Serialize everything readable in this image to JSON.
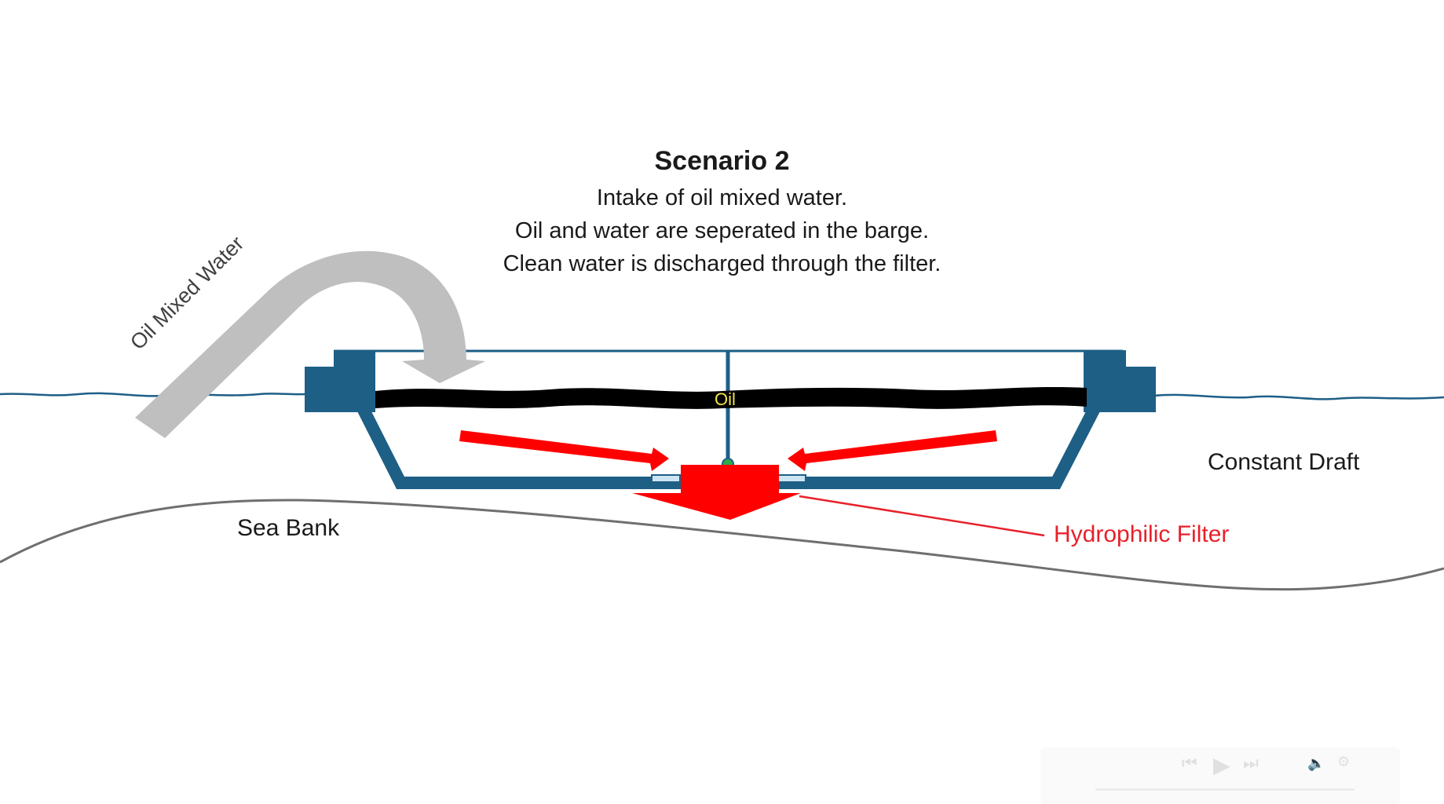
{
  "diagram": {
    "title": "Scenario 2",
    "description_lines": [
      "Intake of oil mixed water.",
      "Oil and water are seperated in the barge.",
      "Clean water is discharged through the filter."
    ],
    "inflow_label": "Oil Mixed Water",
    "oil_label": "Oil",
    "constant_draft_label": "Constant Draft",
    "sea_bank_label": "Sea Bank",
    "filter_label": "Hydrophilic Filter"
  },
  "colors": {
    "barge": "#1e5f86",
    "oil": "#000000",
    "flow_arrows": "#ff0000",
    "filter_label": "#e8202a",
    "inflow_arrow": "#bfbfbf",
    "oil_text": "#f2e54a",
    "water_line": "#1e5f86",
    "sea_bank": "#6f6f6f"
  },
  "player": {
    "icons": [
      "skip-back-icon",
      "play-icon",
      "skip-forward-icon",
      "volume-icon",
      "settings-icon"
    ]
  }
}
